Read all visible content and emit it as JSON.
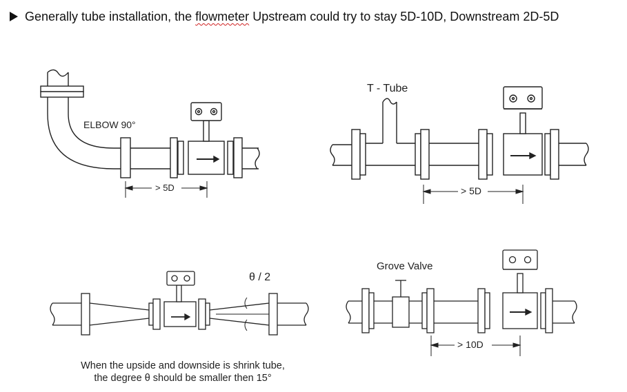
{
  "header": {
    "bullet_icon": "triangle-right-icon",
    "text_before": "Generally tube installation, the ",
    "text_flowmeter": "flowmeter",
    "text_after": " Upstream could try to stay 5D-10D, Downstream 2D-5D"
  },
  "diagrams": {
    "elbow": {
      "label": "ELBOW 90°",
      "dimension": "> 5D"
    },
    "t_tube": {
      "label": "T - Tube",
      "dimension": "> 5D"
    },
    "shrink": {
      "angle_label": "θ / 2",
      "caption_line1": "When the upside and downside is shrink tube,",
      "caption_line2": "the degree θ  should be smaller then 15°"
    },
    "valve": {
      "label": "Grove Valve",
      "dimension": "> 10D"
    }
  }
}
